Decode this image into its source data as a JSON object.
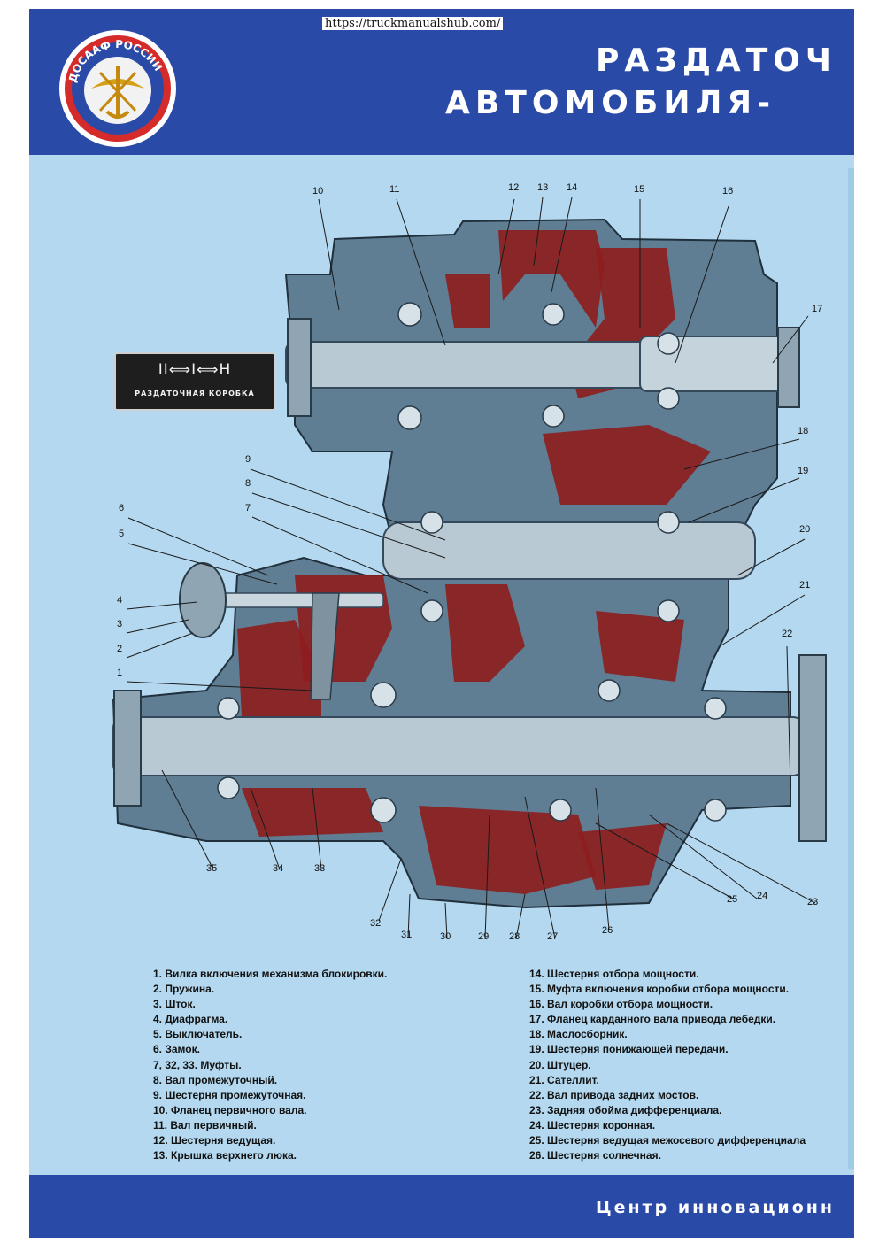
{
  "url": "https://truckmanualshub.com/",
  "header": {
    "title_line1": "РАЗДАТОЧ",
    "title_line2": "АВТОМОБИЛЯ-",
    "logo_text": "ДОСААФ РОССИИ"
  },
  "plate": {
    "scheme": "II⟺I⟺H",
    "caption": "РАЗДАТОЧНАЯ КОРОБКА"
  },
  "callouts": [
    "1",
    "2",
    "3",
    "4",
    "5",
    "6",
    "7",
    "8",
    "9",
    "10",
    "11",
    "12",
    "13",
    "14",
    "15",
    "16",
    "17",
    "18",
    "19",
    "20",
    "21",
    "22",
    "23",
    "24",
    "25",
    "26",
    "27",
    "28",
    "29",
    "30",
    "31",
    "32",
    "33",
    "34",
    "35"
  ],
  "legend_left": [
    "1. Вилка включения механизма блокировки.",
    "2. Пружина.",
    "3. Шток.",
    "4. Диафрагма.",
    "5. Выключатель.",
    "6. Замок.",
    "7, 32, 33. Муфты.",
    "8. Вал промежуточный.",
    "9. Шестерня промежуточная.",
    "10. Фланец первичного вала.",
    "11. Вал первичный.",
    "12. Шестерня ведущая.",
    "13. Крышка верхнего люка."
  ],
  "legend_right": [
    "14. Шестерня отбора мощности.",
    "15. Муфта включения коробки отбора мощности.",
    "16. Вал коробки отбора мощности.",
    "17. Фланец карданного вала привода лебедки.",
    "18. Маслосборник.",
    "19. Шестерня понижающей передачи.",
    "20. Штуцер.",
    "21. Сателлит.",
    "22. Вал привода задних мостов.",
    "23. Задняя обойма дифференциала.",
    "24. Шестерня коронная.",
    "25. Шестерня ведущая межосевого дифференциала",
    "26. Шестерня солнечная."
  ],
  "footer": "Центр инновационн",
  "colors": {
    "band": "#2a4aa8",
    "background": "#b3d8ef",
    "housing": "#5f7d93",
    "cavity": "#8e1d1d",
    "shaft": "#b9c9d4"
  }
}
